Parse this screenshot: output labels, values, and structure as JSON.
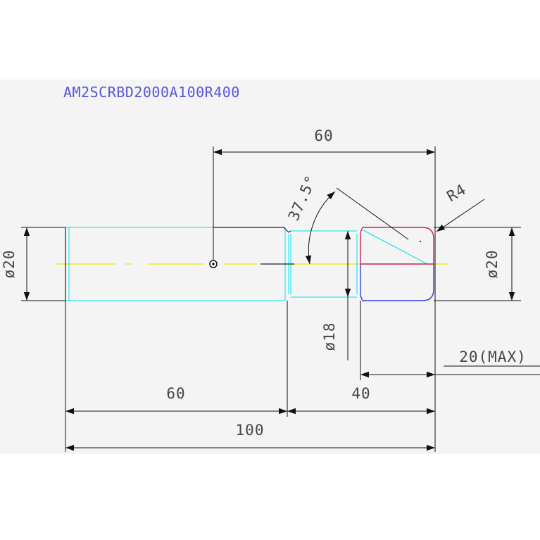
{
  "part_number": "AM2SCRBD2000A100R400",
  "dimensions": {
    "top_length": "60",
    "angle": "37.5°",
    "radius": "R4",
    "left_diameter": "ø20",
    "right_diameter": "ø20",
    "neck_diameter": "ø18",
    "tip_max": "20(MAX)",
    "shank_length": "60",
    "head_length": "40",
    "total_length": "100"
  },
  "colors": {
    "shank": "#00e5ee",
    "outline": "#222222",
    "dimension": "#111111",
    "head_outline": "#3040d0",
    "head_chamfer": "#d0205a",
    "centerline": "#e6e600",
    "title": "#5555dd"
  }
}
